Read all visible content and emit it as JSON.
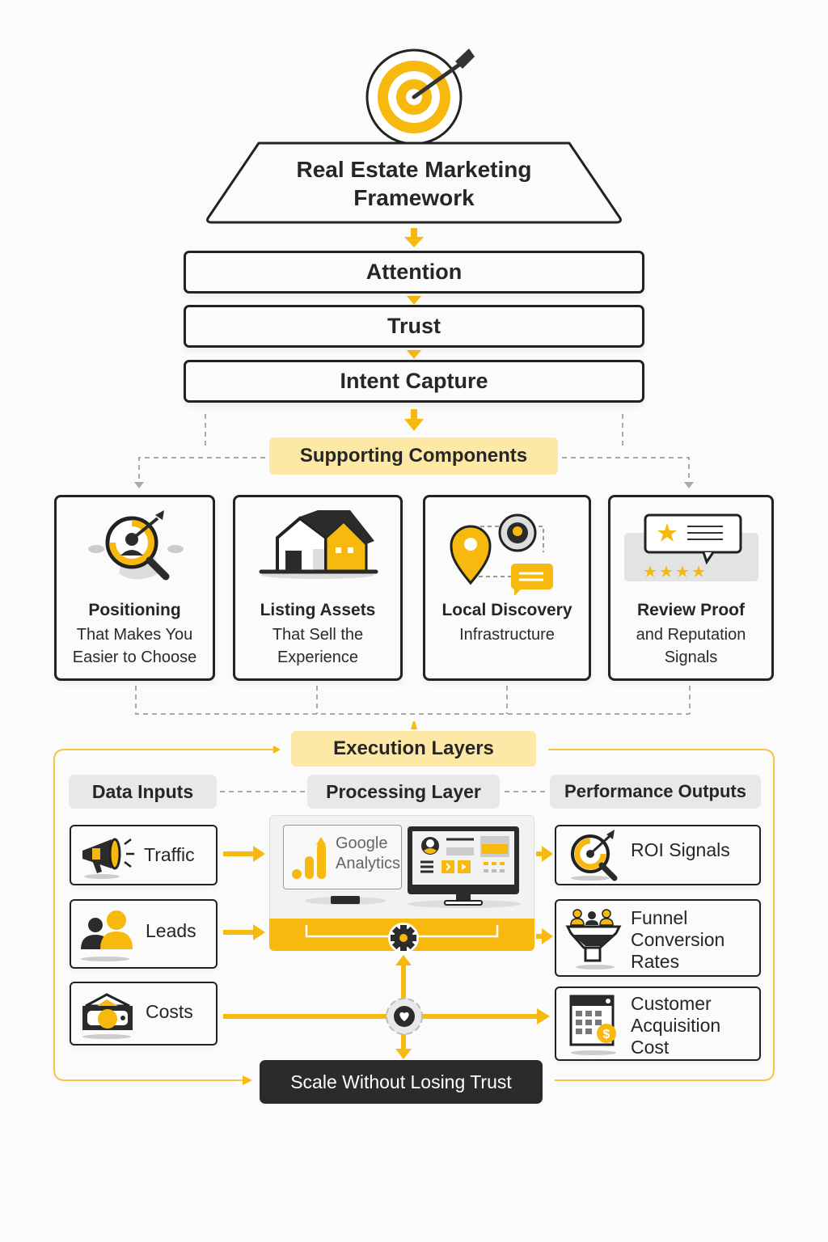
{
  "colors": {
    "accent": "#f7b90d",
    "accent_light": "#fde8a6",
    "ink": "#222222",
    "pill_gray": "#e8e8e8",
    "dark_box": "#2b2b2b",
    "connector_gray": "#aaaaaa"
  },
  "header": {
    "title_line1": "Real Estate Marketing",
    "title_line2": "Framework",
    "icon": "target-arrow-icon"
  },
  "stages": [
    {
      "label": "Attention"
    },
    {
      "label": "Trust"
    },
    {
      "label": "Intent Capture"
    }
  ],
  "supporting": {
    "label": "Supporting Components",
    "cards": [
      {
        "title": "Positioning",
        "subtitle_line1": "That Makes You",
        "subtitle_line2": "Easier to Choose",
        "icon": "target-search-icon"
      },
      {
        "title": "Listing Assets",
        "subtitle_line1": "That Sell the",
        "subtitle_line2": "Experience",
        "icon": "house-icon"
      },
      {
        "title": "Local Discovery",
        "subtitle_line1": "Infrastructure",
        "subtitle_line2": "",
        "icon": "map-pin-chat-icon"
      },
      {
        "title": "Review Proof",
        "subtitle_line1": "and Reputation",
        "subtitle_line2": "Signals",
        "icon": "star-review-icon"
      }
    ]
  },
  "execution": {
    "label": "Execution Layers",
    "columns": {
      "inputs": "Data Inputs",
      "processing": "Processing Layer",
      "outputs": "Performance Outputs"
    },
    "inputs": [
      {
        "label": "Traffic",
        "icon": "megaphone-icon"
      },
      {
        "label": "Leads",
        "icon": "users-icon"
      },
      {
        "label": "Costs",
        "icon": "money-icon"
      }
    ],
    "processing": {
      "ga_line1": "Google",
      "ga_line2": "Analytics",
      "icons": [
        "analytics-bars-icon",
        "dashboard-monitor-icon",
        "gear-icon",
        "heart-gear-icon"
      ]
    },
    "outputs": [
      {
        "lines": [
          "ROI Signals"
        ],
        "icon": "target-search-icon"
      },
      {
        "lines": [
          "Funnel",
          "Conversion",
          "Rates"
        ],
        "icon": "funnel-icon"
      },
      {
        "lines": [
          "Customer",
          "Acquisition",
          "Cost"
        ],
        "icon": "calendar-dollar-icon"
      }
    ],
    "final": "Scale Without Losing Trust"
  }
}
